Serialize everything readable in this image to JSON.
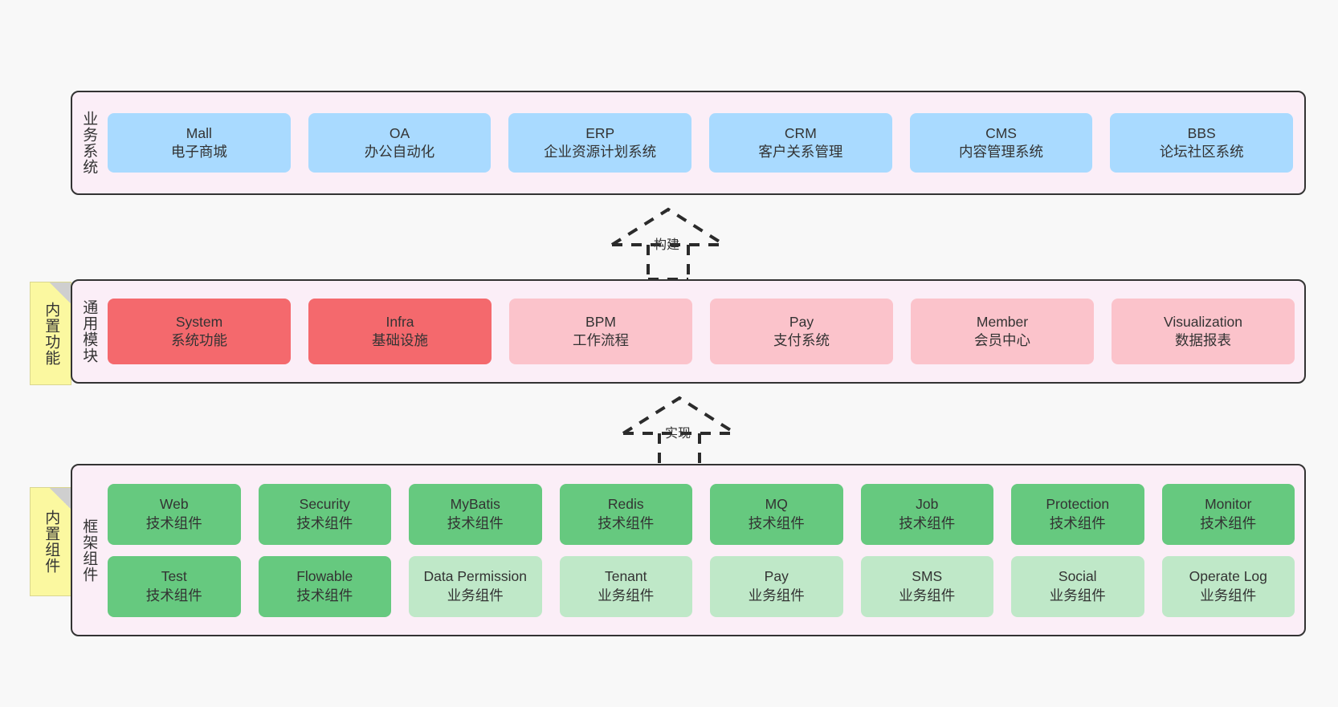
{
  "diagram": {
    "title_visible": false,
    "colors": {
      "layer_bg": "#fbeef7",
      "layer_border": "#333333",
      "note_bg": "#fbf8a0",
      "business_cell": "#a9daff",
      "module_core": "#f4696d",
      "module_optional": "#fbc3cb",
      "framework_tech": "#66c97f",
      "framework_business": "#bfe8c8",
      "canvas": "#f8f8f8"
    }
  },
  "business": {
    "title": "业务系统",
    "items": [
      {
        "name": "Mall",
        "desc": "电子商城"
      },
      {
        "name": "OA",
        "desc": "办公自动化"
      },
      {
        "name": "ERP",
        "desc": "企业资源计划系统"
      },
      {
        "name": "CRM",
        "desc": "客户关系管理"
      },
      {
        "name": "CMS",
        "desc": "内容管理系统"
      },
      {
        "name": "BBS",
        "desc": "论坛社区系统"
      }
    ]
  },
  "arrow_build": {
    "label": "构建"
  },
  "modules": {
    "title": "通用模块",
    "note": "内置功能",
    "items": [
      {
        "name": "System",
        "desc": "系统功能"
      },
      {
        "name": "Infra",
        "desc": "基础设施"
      },
      {
        "name": "BPM",
        "desc": "工作流程"
      },
      {
        "name": "Pay",
        "desc": "支付系统"
      },
      {
        "name": "Member",
        "desc": "会员中心"
      },
      {
        "name": "Visualization",
        "desc": "数据报表"
      }
    ]
  },
  "arrow_impl": {
    "label": "实现"
  },
  "framework": {
    "title": "框架组件",
    "note": "内置组件",
    "row1": [
      {
        "name": "Web",
        "desc": "技术组件"
      },
      {
        "name": "Security",
        "desc": "技术组件"
      },
      {
        "name": "MyBatis",
        "desc": "技术组件"
      },
      {
        "name": "Redis",
        "desc": "技术组件"
      },
      {
        "name": "MQ",
        "desc": "技术组件"
      },
      {
        "name": "Job",
        "desc": "技术组件"
      },
      {
        "name": "Protection",
        "desc": "技术组件"
      },
      {
        "name": "Monitor",
        "desc": "技术组件"
      }
    ],
    "row2": [
      {
        "name": "Test",
        "desc": "技术组件"
      },
      {
        "name": "Flowable",
        "desc": "技术组件"
      },
      {
        "name": "Data Permission",
        "desc": "业务组件"
      },
      {
        "name": "Tenant",
        "desc": "业务组件"
      },
      {
        "name": "Pay",
        "desc": "业务组件"
      },
      {
        "name": "SMS",
        "desc": "业务组件"
      },
      {
        "name": "Social",
        "desc": "业务组件"
      },
      {
        "name": "Operate Log",
        "desc": "业务组件"
      }
    ]
  }
}
